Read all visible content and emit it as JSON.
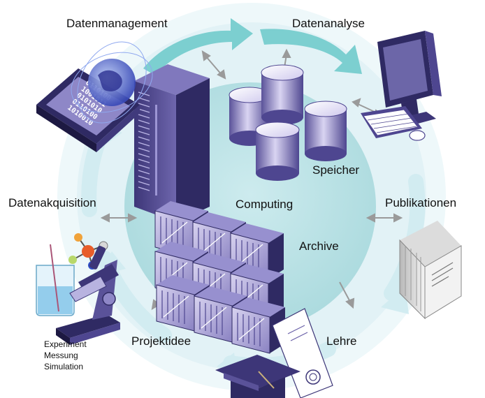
{
  "labels": {
    "datenmanagement": "Datenmanagement",
    "datenanalyse": "Datenanalyse",
    "datenakquisition": "Datenakquisition",
    "publikationen": "Publikationen",
    "projektidee": "Projektidee",
    "lehre": "Lehre",
    "speicher": "Speicher",
    "computing": "Computing",
    "archive": "Archive",
    "experiment": "Experiment",
    "messung": "Messung",
    "simulation": "Simulation"
  },
  "binary_rows": [
    "0110100",
    "1001011",
    "0101010",
    "0110100",
    "1010010"
  ],
  "colors": {
    "outer_ring": "#e3f3f7",
    "center_disc": "#bfe3e6",
    "flow_arrow": "#7ccfd0",
    "pale_arrow": "#d6eef2",
    "purple_dark": "#2f2a63",
    "purple_mid": "#6a61a8",
    "purple_light": "#c9c3ea",
    "small_arrow": "#9a9a9a"
  },
  "icons": {
    "chip": "binary-chip-icon",
    "globe": "network-globe-icon",
    "server": "server-tower-icon",
    "storage": "storage-cylinders-icon",
    "archive": "archive-boxes-icon",
    "computer": "desktop-computer-icon",
    "books": "publication-books-icon",
    "graduation": "graduation-cap-icon",
    "certificate": "certificate-icon",
    "microscope": "microscope-icon",
    "beaker": "beaker-icon",
    "molecule": "molecule-icon"
  }
}
